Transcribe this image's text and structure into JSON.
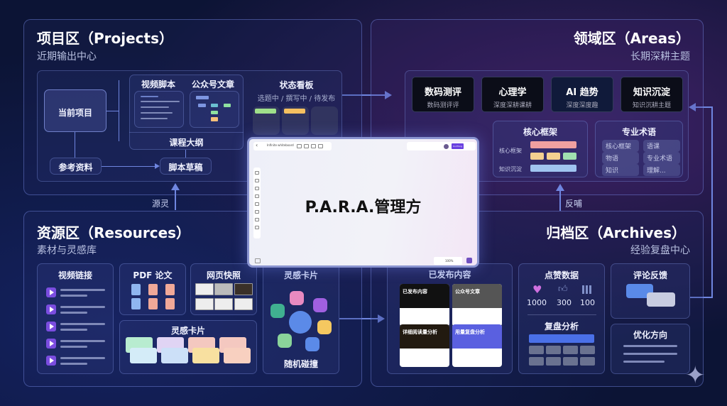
{
  "title": "P.A.R.A.管理方",
  "colors": {
    "background": "#0c1435",
    "accent": "#6f86e0",
    "purple": "#7b4de0"
  },
  "projects": {
    "title": "项目区（Projects）",
    "subtitle": "近期输出中心",
    "current": "当前项目",
    "video_script": "视频脚本",
    "article": "公众号文章",
    "course_outline": "课程大纲",
    "board_title": "状态看板",
    "board_sub": "选题中 / 撰写中 / 待发布",
    "reference": "参考资料",
    "draft": "脚本草稿"
  },
  "flow_labels": {
    "source": "源灵",
    "feedback": "反哺"
  },
  "areas": {
    "title": "领域区（Areas）",
    "subtitle": "长期深耕主题",
    "cards": [
      {
        "t": "数码测评",
        "s": "数码测评评"
      },
      {
        "t": "心理学",
        "s": "深度深耕课耕"
      },
      {
        "t": "AI 趋势",
        "s": "深度深度趣"
      },
      {
        "t": "知识沉淀",
        "s": "知识沉耕主题"
      }
    ],
    "framework": {
      "title": "核心框架",
      "label1": "核心框架",
      "label2": "知识沉淀"
    },
    "terms": {
      "title": "专业术语",
      "items": [
        "核心框架",
        "语课",
        "物语",
        "专业术语",
        "知识",
        "理解..."
      ]
    }
  },
  "resources": {
    "title": "资源区（Resources）",
    "subtitle": "素材与灵感库",
    "video_links": "视频链接",
    "pdf": "PDF 论文",
    "web_snap": "网页快照",
    "cards": "灵感卡片",
    "cards2": "灵感卡片",
    "random": "随机碰撞"
  },
  "archives": {
    "title": "归档区（Archives）",
    "subtitle": "经验复盘中心",
    "published": "已发布内容",
    "pub_items": [
      "已发布内容",
      "公众号文章",
      "详细阅读量分析",
      "用量复盘分析"
    ],
    "likes": "点赞数据",
    "stats": [
      {
        "icon": "heart-icon",
        "v": "1000"
      },
      {
        "icon": "thumbs-up-icon",
        "v": "300"
      },
      {
        "icon": "bar-chart-icon",
        "v": "100"
      }
    ],
    "review": "复盘分析",
    "comments": "评论反馈",
    "optimize": "优化方向"
  },
  "window": {
    "board_name": "Infinite whiteboard",
    "zoom": "100%",
    "share": "Co-Thing"
  }
}
